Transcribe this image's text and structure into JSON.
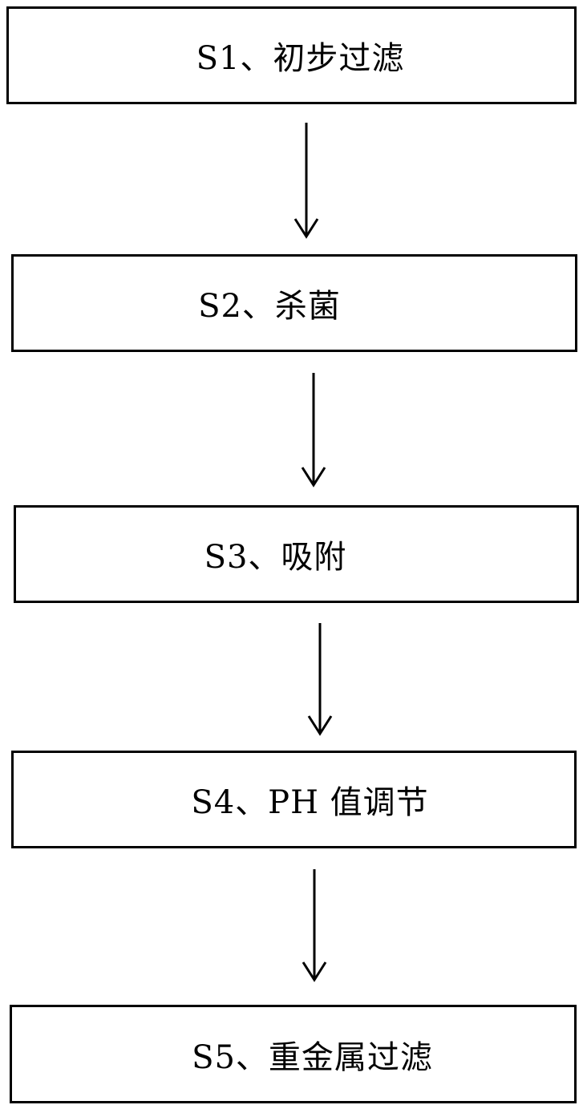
{
  "steps": [
    {
      "id": "S1",
      "label": "S1、初步过滤"
    },
    {
      "id": "S2",
      "label": "S2、杀菌"
    },
    {
      "id": "S3",
      "label": "S3、吸附"
    },
    {
      "id": "S4",
      "label": "S4、PH 值调节"
    },
    {
      "id": "S5",
      "label": "S5、重金属过滤"
    }
  ],
  "colors": {
    "line": "#000000",
    "background": "#ffffff"
  }
}
